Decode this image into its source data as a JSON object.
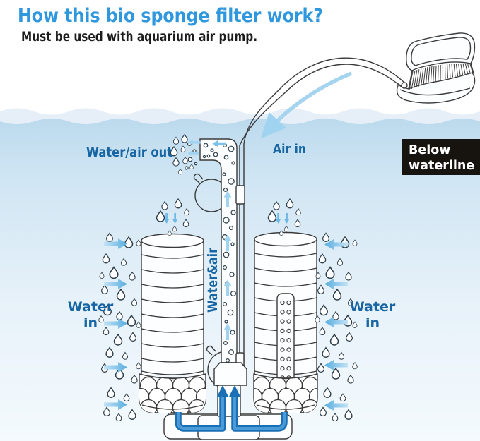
{
  "title": "How this bio sponge filter work?",
  "subtitle": "Must be used with aquarium air pump.",
  "labels": {
    "water_air_out": "Water/air out",
    "air_in": "Air in",
    "below_line1": "Below",
    "below_line2": "waterline",
    "water_in_line1": "Water",
    "water_in_line2": "in",
    "water_and_air": "Water&air"
  },
  "colors": {
    "title_blue": "#2f97dd",
    "label_blue": "#1766a3",
    "outline": "#3a3a3a",
    "badge_bg": "#17130e",
    "badge_text": "#ffffff",
    "arrow_light": "#9fd3f0",
    "arrow_mid": "#6db9e6",
    "arrow_grad_start": "#c3e2f5",
    "arrow_grad_end": "#57ade0",
    "flow_blue": "#1b6fb5",
    "flow_blue_light": "#4a9bd8",
    "wave_light": "#e6eff7",
    "underwater_top": "#bcdaee",
    "underwater_bottom": "#f4fafd"
  }
}
